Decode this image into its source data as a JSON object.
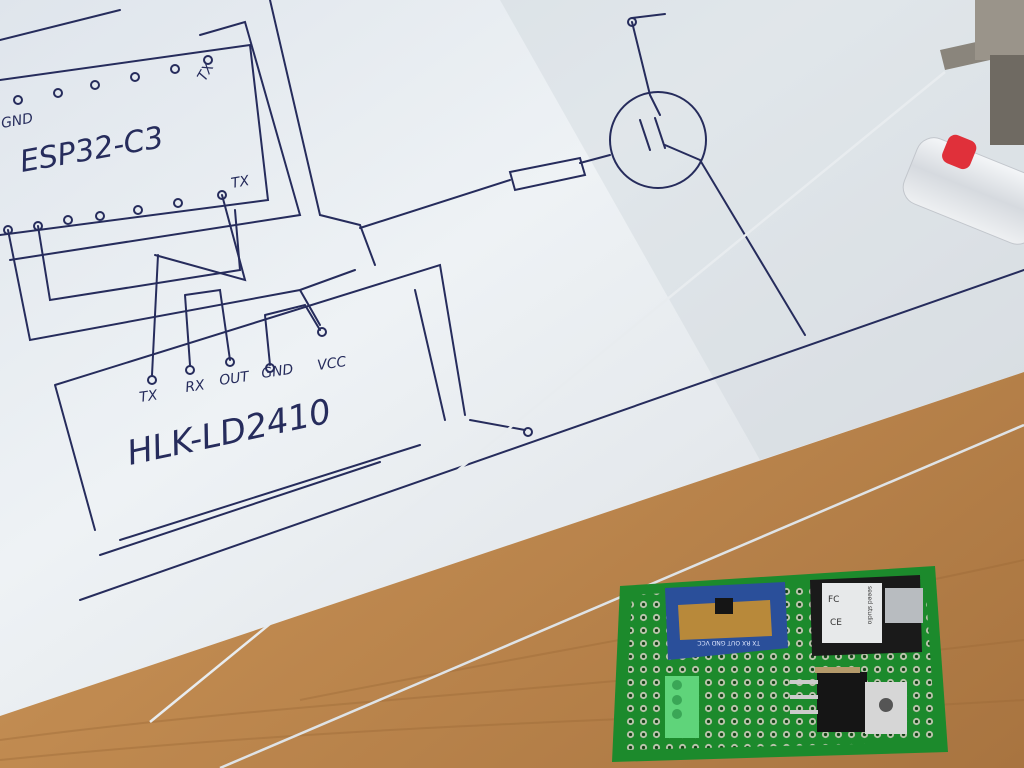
{
  "sketch": {
    "mcu_label": "ESP32-C3",
    "mcu_pin_gnd": "GND",
    "mcu_pin_tx": "TX",
    "mcu_pin_tx_top": "TX",
    "sensor_label": "HLK-LD2410",
    "sensor_pins": [
      "TX",
      "RX",
      "OUT",
      "GND",
      "VCC"
    ]
  },
  "pcb": {
    "module_brand": "seeed studio",
    "sensor_pin_silkscreen": "TX RX OUT GND VCC",
    "ce_mark": "CE",
    "fc_mark": "FC"
  },
  "colors": {
    "paper": "#e9eef2",
    "ink": "#262c5c",
    "wood": "#c4925a",
    "pcb_green": "#1c8a2c",
    "sensor_blue": "#2a4f9a",
    "terminal_green": "#5fd47a"
  }
}
